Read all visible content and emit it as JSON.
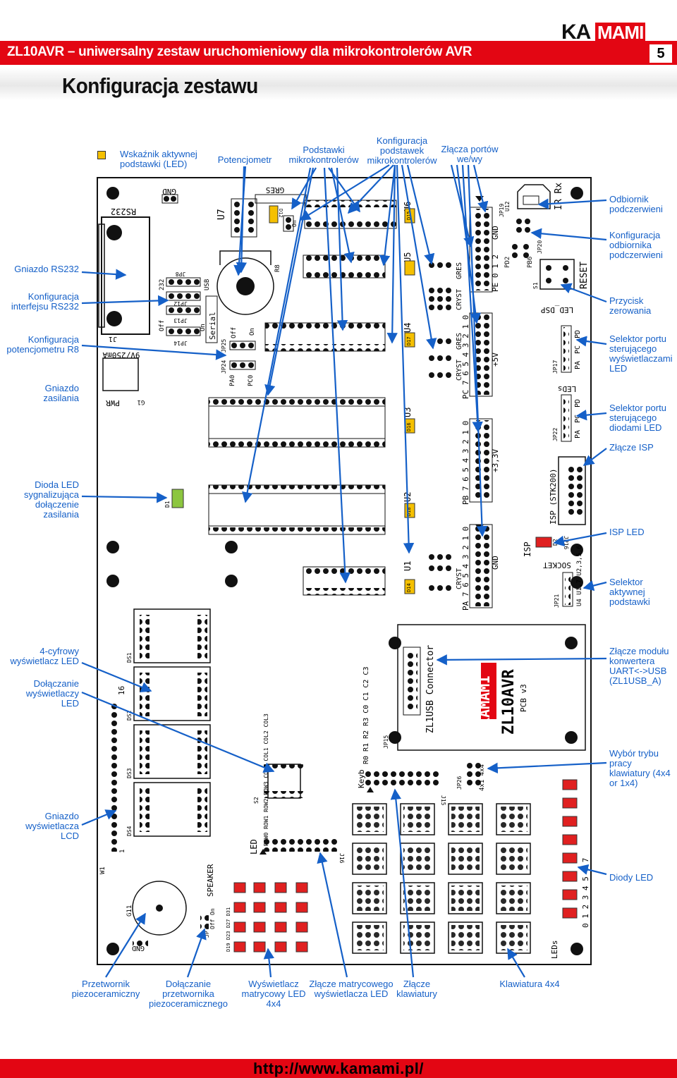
{
  "header": {
    "title": "ZL10AVR – uniwersalny zestaw uruchomieniowy dla mikrokontrolerów AVR",
    "page_number": "5",
    "section_title": "Konfiguracja zestawu",
    "logo": "KAMAMI"
  },
  "labels": {
    "top": {
      "wskaznik": "Wskaźnik aktywnej podstawki (LED)",
      "potencjometr": "Potencjometr",
      "podstawki": "Podstawki mikrokontrolerów",
      "konfig_podstawek": "Konfiguracja podstawek mikrokontrolerów",
      "zlacza_portow": "Złącza portów we/wy"
    },
    "left": [
      "Gniazdo RS232",
      "Konfiguracja interfejsu RS232",
      "Konfiguracja potencjometru R8",
      "Gniazdo zasilania",
      "Dioda LED sygnalizująca dołączenie zasilania",
      "4-cyfrowy wyświetlacz LED",
      "Dołączanie wyświetlaczy LED",
      "Gniazdo wyświetlacza LCD"
    ],
    "right": [
      "Odbiornik podczerwieni",
      "Konfiguracja odbiornika podczerwieni",
      "Przycisk zerowania",
      "Selektor portu sterującego wyświetlaczami LED",
      "Selektor portu sterującego diodami LED",
      "Złącze ISP",
      "ISP LED",
      "Selektor aktywnej podstawki",
      "Złącze modułu konwertera UART<->USB (ZL1USB_A)",
      "Wybór trybu pracy klawiatury (4x4 or 1x4)",
      "Diody LED"
    ],
    "bottom": [
      "Przetwornik piezoceramiczny",
      "Dołączanie przetwornika piezoceramicznego",
      "Wyświetlacz matrycowy LED 4x4",
      "Złącze matrycowego wyświetlacza LED",
      "Złącze klawiatury",
      "Klawiatura 4x4"
    ]
  },
  "board": {
    "silk": {
      "rs232": "RS232",
      "gnd": "GND",
      "j1": "J1",
      "psu": "9V/250mA",
      "pwr": "PWR",
      "g1": "G1",
      "u7": "U7",
      "gres": "GRES",
      "r8": "R8",
      "serial": "Serial",
      "usb": "USB",
      "jp8": "JP8",
      "jp12": "JP12",
      "jp13": "JP13",
      "jp14": "JP14",
      "s232": "232",
      "off": "Off",
      "on": "On",
      "jp25": "JP25",
      "jp24": "JP24",
      "pa0": "PA0",
      "pc0": "PC0",
      "u1": "U1",
      "u2": "U2",
      "u3": "U3",
      "u4": "U4",
      "u5": "U5",
      "u6": "U6",
      "d12": "D12",
      "d14": "D14",
      "d15": "D15",
      "d16": "D16",
      "d17": "D17",
      "d18": "D18",
      "cryst": "CRYST",
      "pc_row": "PC 7 6 5 4 3 2 1 0",
      "pb_row": "PB 7 6 5 4 3 2 1 0",
      "pa_row": "PA 7 6 5 4 3 2 1 0",
      "pe_row": "PE 0 1 2",
      "plus5": "+5V",
      "plus33": "+3,3V",
      "ir": "IR Rx",
      "u12": "U12",
      "jp19": "JP19",
      "jp20": "JP20",
      "pd2": "PD2",
      "pb6": "PB6",
      "reset": "RESET",
      "s1": "S1",
      "led_dsp": "LED_DSP",
      "leds": "LEDs",
      "jp17": "JP17",
      "jp22": "JP22",
      "pa": "PA",
      "pc": "PC",
      "pd": "PD",
      "isp": "ISP",
      "isp_stk": "ISP (STK200)",
      "jp16": "JP16",
      "d2": "D2",
      "socket": "SOCKET",
      "jp21": "JP21",
      "sockets": "U4 U1,7 U2,3,5,6",
      "ds1": "DS1",
      "ds2": "DS2",
      "ds3": "DS3",
      "ds4": "DS4",
      "w1": "W1",
      "n16": "16",
      "n1": "1",
      "s2": "S2",
      "keyb": "Keyb",
      "jp15": "JP15",
      "jp26": "JP26",
      "mode": "4x1 4x4",
      "rc": "R0 R1 R2 R3 C0 C1 C2 C3",
      "j15": "J15",
      "led": "LED",
      "rowcol": "ROW0 ROW1 ROW2 ROW3 COL0 COL1 COL2 COL3",
      "j16": "J16",
      "speaker": "SPEAKER",
      "jp": "JP",
      "g11": "G11",
      "zl1usb": "ZL1USB Connector",
      "zl10avr": "ZL10AVR",
      "pcb": "PCB v3",
      "d1": "D1",
      "led_nums": "0 1 2 3 4 5 6 7",
      "dmatrix": "D19 D23 D27 D31"
    }
  },
  "footer": {
    "url": "http://www.kamami.pl/"
  },
  "colors": {
    "brand_red": "#e30613",
    "callout_blue": "#1560c8",
    "led_yellow": "#f5c000",
    "led_red": "#e02020",
    "led_green": "#8cc63f"
  }
}
